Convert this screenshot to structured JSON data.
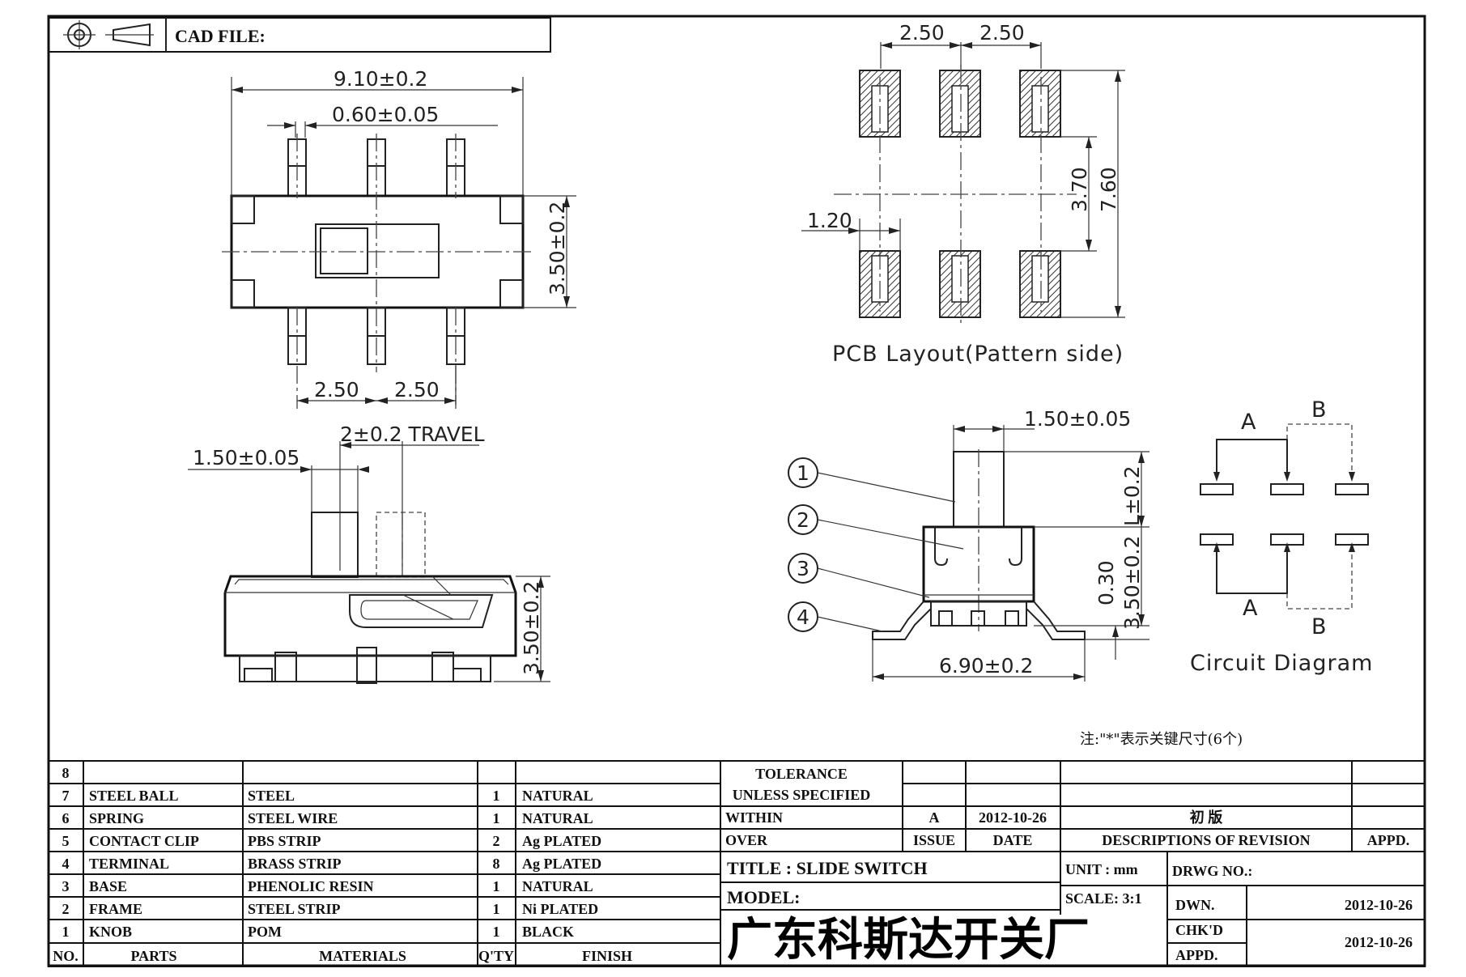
{
  "header": {
    "cad_file_label": "CAD FILE:"
  },
  "top_view": {
    "width": "9.10±0.2",
    "pin_width": "0.60±0.05",
    "height": "3.50±0.2",
    "pitch_left": "2.50",
    "pitch_right": "2.50"
  },
  "pcb": {
    "pitch_left": "2.50",
    "pitch_right": "2.50",
    "pad_width": "1.20",
    "inner_span": "3.70",
    "outer_span": "7.60",
    "caption": "PCB Layout(Pattern side)"
  },
  "side_view": {
    "knob_width": "1.50±0.05",
    "travel": "2±0.2 TRAVEL",
    "height": "3.50±0.2"
  },
  "end_view": {
    "knob_width": "1.50±0.05",
    "knob_height": "L±0.2",
    "body_height": "3.50±0.2",
    "gap": "0.30",
    "width": "6.90±0.2",
    "callouts": [
      "1",
      "2",
      "3",
      "4"
    ]
  },
  "circuit": {
    "label_a_top": "A",
    "label_b_top": "B",
    "label_a_bottom": "A",
    "label_b_bottom": "B",
    "caption": "Circuit Diagram"
  },
  "note": "注:\"*\"表示关键尺寸(6个)",
  "bom": {
    "rows": [
      {
        "no": "8",
        "part": "",
        "material": "",
        "qty": "",
        "finish": ""
      },
      {
        "no": "7",
        "part": "STEEL BALL",
        "material": "STEEL",
        "qty": "1",
        "finish": "NATURAL"
      },
      {
        "no": "6",
        "part": "SPRING",
        "material": "STEEL WIRE",
        "qty": "1",
        "finish": "NATURAL"
      },
      {
        "no": "5",
        "part": "CONTACT CLIP",
        "material": "PBS STRIP",
        "qty": "2",
        "finish": "Ag PLATED"
      },
      {
        "no": "4",
        "part": "TERMINAL",
        "material": "BRASS STRIP",
        "qty": "8",
        "finish": "Ag PLATED"
      },
      {
        "no": "3",
        "part": "BASE",
        "material": "PHENOLIC RESIN",
        "qty": "1",
        "finish": "NATURAL"
      },
      {
        "no": "2",
        "part": "FRAME",
        "material": "STEEL STRIP",
        "qty": "1",
        "finish": "Ni PLATED"
      },
      {
        "no": "1",
        "part": "KNOB",
        "material": "POM",
        "qty": "1",
        "finish": "BLACK"
      }
    ],
    "headers": {
      "no": "NO.",
      "part": "PARTS",
      "material": "MATERIALS",
      "qty": "Q'TY",
      "finish": "FINISH"
    }
  },
  "title_block": {
    "tolerance_1": "TOLERANCE",
    "tolerance_2": "UNLESS  SPECIFIED",
    "within": "WITHIN",
    "over": "OVER",
    "rev_issue": "A",
    "rev_date": "2012-10-26",
    "rev_desc": "初  版",
    "issue_hdr": "ISSUE",
    "date_hdr": "DATE",
    "desc_hdr": "DESCRIPTIONS OF REVISION",
    "appd_hdr": "APPD.",
    "title": "TITLE : SLIDE SWITCH",
    "unit": "UNIT :  mm",
    "drwg_no": "DRWG NO.:",
    "model": "MODEL:",
    "scale": "SCALE:  3:1",
    "dwn": "DWN.",
    "dwn_date": "2012-10-26",
    "company": "广东科斯达开关厂",
    "chkd": "CHK'D",
    "appd": "APPD.",
    "chk_date": "2012-10-26"
  }
}
